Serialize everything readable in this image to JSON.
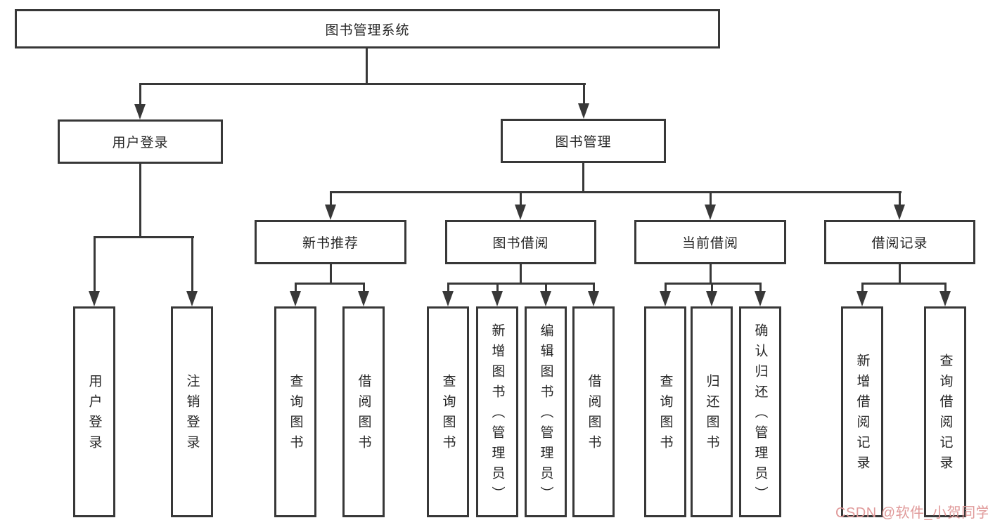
{
  "diagram_title": "图书管理系统",
  "nodes": {
    "root": {
      "label": "图书管理系统"
    },
    "user_login": {
      "label": "用户登录"
    },
    "book_mgmt": {
      "label": "图书管理"
    },
    "new_book_rec": {
      "label": "新书推荐"
    },
    "book_borrow": {
      "label": "图书借阅"
    },
    "current_borrow": {
      "label": "当前借阅"
    },
    "borrow_record": {
      "label": "借阅记录"
    },
    "ul_login": {
      "label": "用户登录"
    },
    "ul_logout": {
      "label": "注销登录"
    },
    "nr_query": {
      "label": "查询图书"
    },
    "nr_borrow": {
      "label": "借阅图书"
    },
    "bb_query": {
      "label": "查询图书"
    },
    "bb_add": {
      "label": "新增图书（管理员）"
    },
    "bb_edit": {
      "label": "编辑图书（管理员）"
    },
    "bb_borrow": {
      "label": "借阅图书"
    },
    "cb_query": {
      "label": "查询图书"
    },
    "cb_return": {
      "label": "归还图书"
    },
    "cb_confirm": {
      "label": "确认归还（管理员）"
    },
    "br_add": {
      "label": "新增借阅记录"
    },
    "br_query": {
      "label": "查询借阅记录"
    }
  },
  "hierarchy": {
    "图书管理系统": {
      "用户登录": [
        "用户登录",
        "注销登录"
      ],
      "图书管理": {
        "新书推荐": [
          "查询图书",
          "借阅图书"
        ],
        "图书借阅": [
          "查询图书",
          "新增图书（管理员）",
          "编辑图书（管理员）",
          "借阅图书"
        ],
        "当前借阅": [
          "查询图书",
          "归还图书",
          "确认归还（管理员）"
        ],
        "借阅记录": [
          "新增借阅记录",
          "查询借阅记录"
        ]
      }
    }
  },
  "watermark": {
    "text": "CSDN @软件_小贺同学"
  },
  "colors": {
    "line": "#383838",
    "background": "#ffffff",
    "text": "#262626",
    "watermark": "#e09a9a"
  }
}
